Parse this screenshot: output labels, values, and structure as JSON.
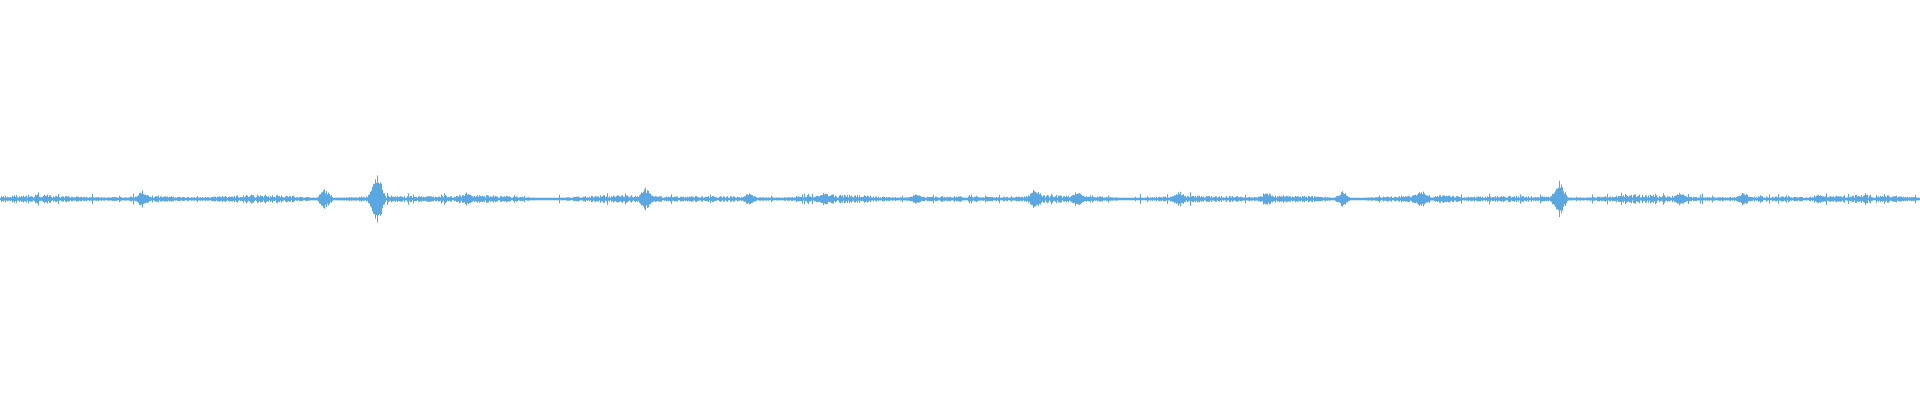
{
  "waveform": {
    "color": "#5aa7e2",
    "background": "#ffffff",
    "amplitude_peaks": [
      {
        "position": 0.196,
        "amplitude": 1.0
      },
      {
        "position": 0.336,
        "amplitude": 0.42
      },
      {
        "position": 0.539,
        "amplitude": 0.4
      },
      {
        "position": 0.812,
        "amplitude": 0.65
      },
      {
        "position": 0.169,
        "amplitude": 0.38
      },
      {
        "position": 0.074,
        "amplitude": 0.3
      },
      {
        "position": 0.561,
        "amplitude": 0.3
      },
      {
        "position": 0.74,
        "amplitude": 0.34
      },
      {
        "position": 0.614,
        "amplitude": 0.28
      },
      {
        "position": 0.429,
        "amplitude": 0.26
      },
      {
        "position": 0.875,
        "amplitude": 0.26
      },
      {
        "position": 0.908,
        "amplitude": 0.24
      },
      {
        "position": 0.243,
        "amplitude": 0.24
      },
      {
        "position": 0.699,
        "amplitude": 0.28
      },
      {
        "position": 0.66,
        "amplitude": 0.24
      },
      {
        "position": 0.39,
        "amplitude": 0.22
      },
      {
        "position": 0.477,
        "amplitude": 0.22
      },
      {
        "position": 0.948,
        "amplitude": 0.2
      }
    ]
  }
}
